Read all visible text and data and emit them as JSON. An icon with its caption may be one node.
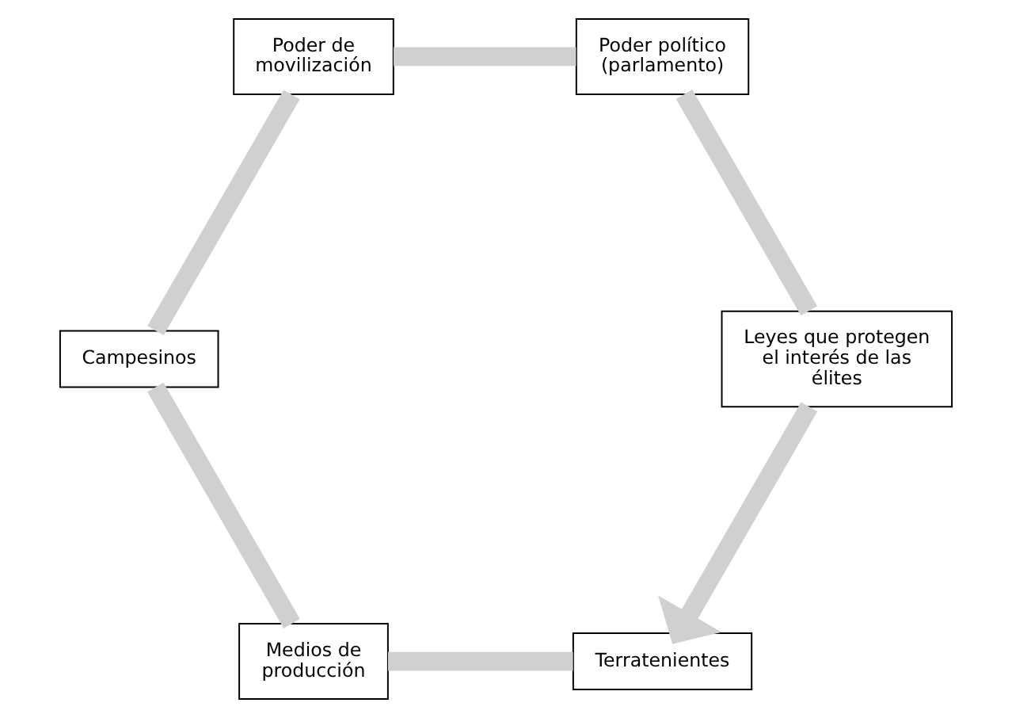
{
  "diagram": {
    "nodes": [
      {
        "text": [
          "Terratenientes"
        ]
      },
      {
        "text": [
          "Leyes que protegen el interés de las élites"
        ]
      },
      {
        "text": [
          "Medios de producción"
        ]
      },
      {
        "text": [
          "Poder político (parlamento)"
        ]
      },
      {
        "text": [
          "Campesinos"
        ]
      },
      {
        "text": [
          "Poder de movilización"
        ]
      }
    ],
    "edges": [
      {
        "from": 0,
        "to": 2,
        "arrow": "none"
      },
      {
        "from": 2,
        "to": 4,
        "arrow": "none"
      },
      {
        "from": 4,
        "to": 5,
        "arrow": "none"
      },
      {
        "from": 5,
        "to": 3,
        "arrow": "none"
      },
      {
        "from": 3,
        "to": 1,
        "arrow": "none"
      },
      {
        "from": 1,
        "to": 0,
        "arrow": "to"
      }
    ]
  }
}
